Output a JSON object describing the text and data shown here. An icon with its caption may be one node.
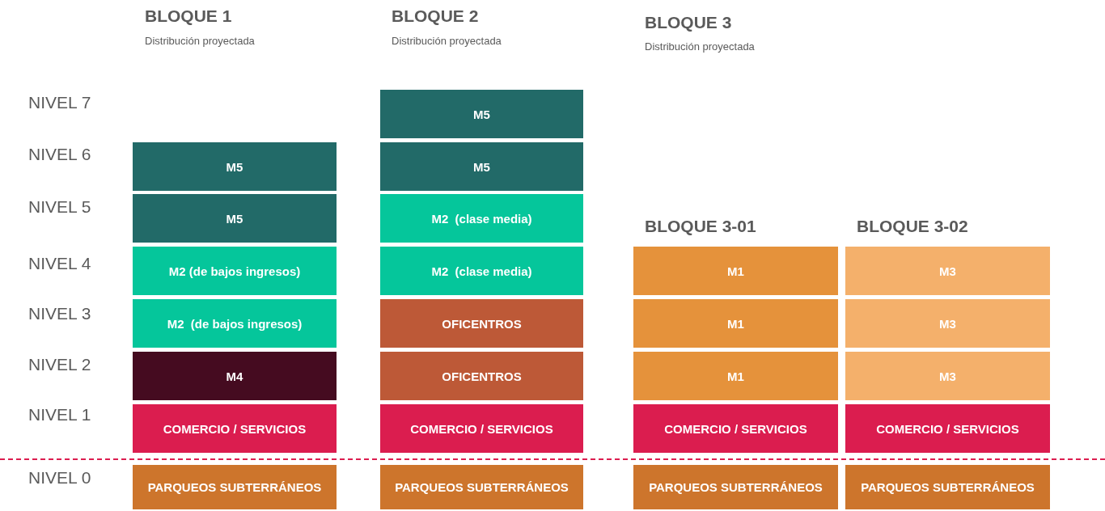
{
  "diagram": {
    "nodes": [
      {
        "text": [
          "M5"
        ]
      },
      {
        "text": [
          "M5"
        ]
      },
      {
        "text": [
          "M2 (de bajos ingresos)"
        ]
      },
      {
        "text": [
          "M2  (de bajos ingresos)"
        ]
      },
      {
        "text": [
          "M4"
        ]
      },
      {
        "text": [
          "COMERCIO / SERVICIOS"
        ]
      },
      {
        "text": [
          "PARQUEOS SUBTERRÁNEOS"
        ]
      },
      {
        "text": [
          "M5"
        ]
      },
      {
        "text": [
          "M5"
        ]
      },
      {
        "text": [
          "M2  (clase media)"
        ]
      },
      {
        "text": [
          "M2  (clase media)"
        ]
      },
      {
        "text": [
          "OFICENTROS"
        ]
      },
      {
        "text": [
          "OFICENTROS"
        ]
      },
      {
        "text": [
          "COMERCIO / SERVICIOS"
        ]
      },
      {
        "text": [
          "PARQUEOS SUBTERRÁNEOS"
        ]
      },
      {
        "text": [
          "M1"
        ]
      },
      {
        "text": [
          "M1"
        ]
      },
      {
        "text": [
          "M1"
        ]
      },
      {
        "text": [
          "COMERCIO / SERVICIOS"
        ]
      },
      {
        "text": [
          "PARQUEOS SUBTERRÁNEOS"
        ]
      },
      {
        "text": [
          "M3"
        ]
      },
      {
        "text": [
          "M3"
        ]
      },
      {
        "text": [
          "M3"
        ]
      },
      {
        "text": [
          "COMERCIO / SERVICIOS"
        ]
      },
      {
        "text": [
          "PARQUEOS SUBTERRÁNEOS"
        ]
      }
    ],
    "edges": [],
    "labels": [
      "BLOQUE 1",
      "Distribución proyectada",
      "BLOQUE 2",
      "Distribución proyectada",
      "BLOQUE 3",
      "Distribución proyectada",
      "NIVEL 7",
      "NIVEL 6",
      "NIVEL 5",
      "BLOQUE 3-01",
      "BLOQUE 3-02",
      "NIVEL 4",
      "NIVEL 3",
      "NIVEL 2",
      "NIVEL 1",
      "NIVEL 0"
    ]
  }
}
